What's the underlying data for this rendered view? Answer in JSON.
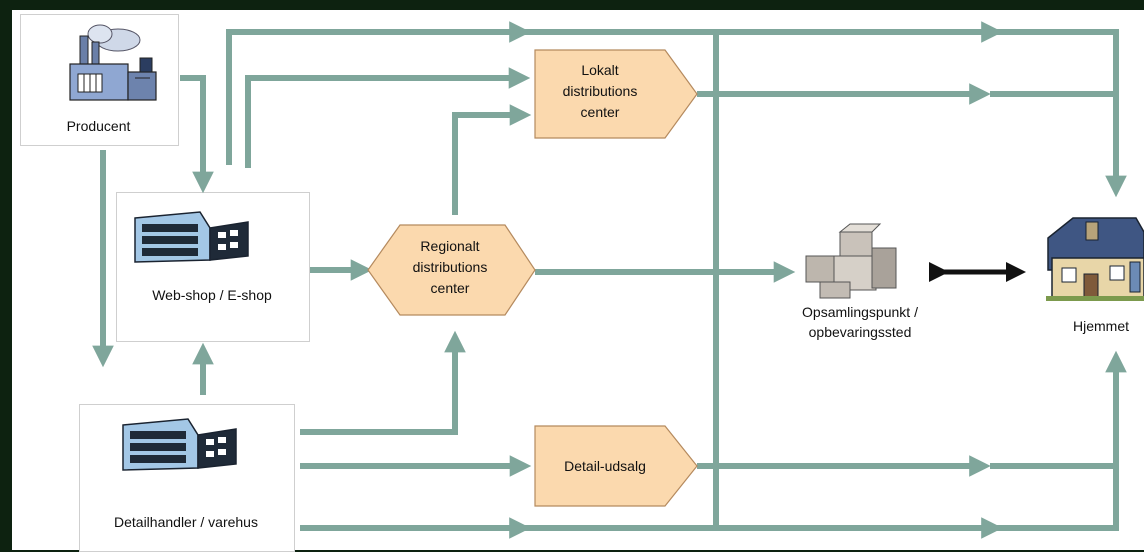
{
  "nodes": {
    "producer": "Producent",
    "webshop": "Web-shop / E-shop",
    "retailer": "Detailhandler / varehus",
    "regional_dc": [
      "Regionalt",
      "distributions",
      "center"
    ],
    "local_dc": [
      "Lokalt",
      "distributions",
      "center"
    ],
    "retail_outlet": "Detail-udsalg",
    "pickup": [
      "Opsamlingspunkt /",
      "opbevaringssted"
    ],
    "home": "Hjemmet"
  },
  "colors": {
    "background": "#0d2210",
    "arrow": "#7fa69b",
    "box_fill": "#fbd9ae",
    "box_stroke": "#b58a5e",
    "panel": "#ffffff"
  },
  "icons": [
    "factory-icon",
    "warehouse-icon",
    "boxes-icon",
    "house-icon",
    "double-arrow-icon"
  ]
}
